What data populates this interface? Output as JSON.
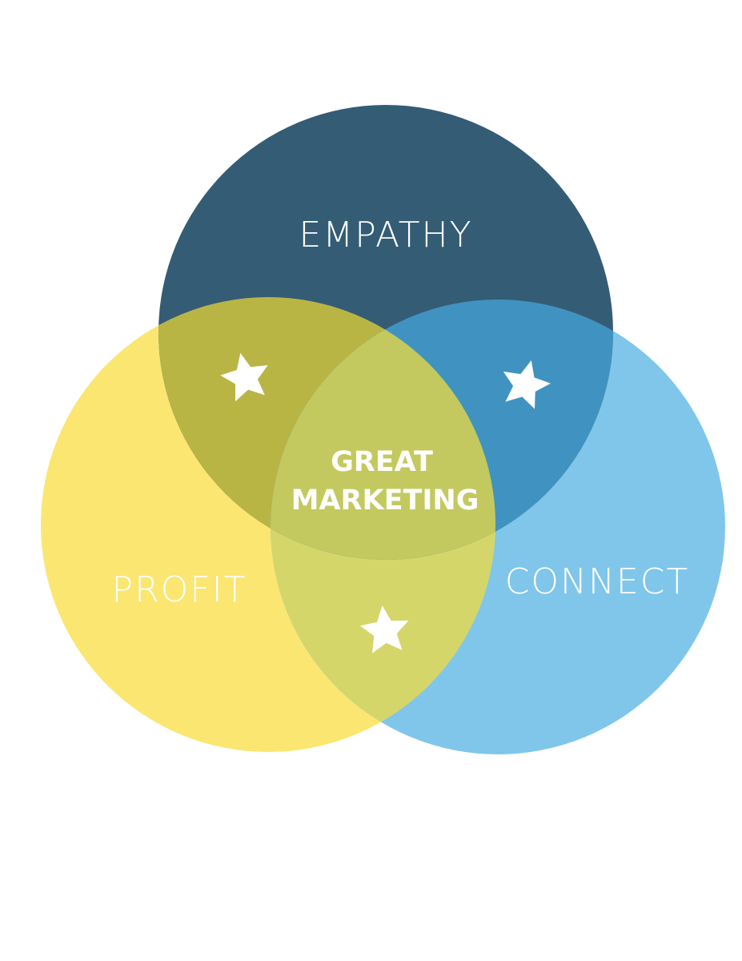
{
  "diagram": {
    "circles": [
      {
        "id": "profit",
        "label": "PROFIT",
        "color": "#fbe671"
      },
      {
        "id": "connect",
        "label": "CONNECT",
        "color": "#80c6ea"
      },
      {
        "id": "empathy",
        "label": "EMPATHY",
        "color": "#345c75"
      }
    ],
    "overlap_colors": {
      "empathy_profit": "#b9b545",
      "empathy_connect": "#4093c0",
      "profit_connect": "#d5d66a",
      "all_three": "#c3c95f"
    },
    "center": {
      "line1": "GREAT",
      "line2": "MARKETING"
    },
    "star_color": "#ffffff",
    "background": "#ffffff"
  }
}
